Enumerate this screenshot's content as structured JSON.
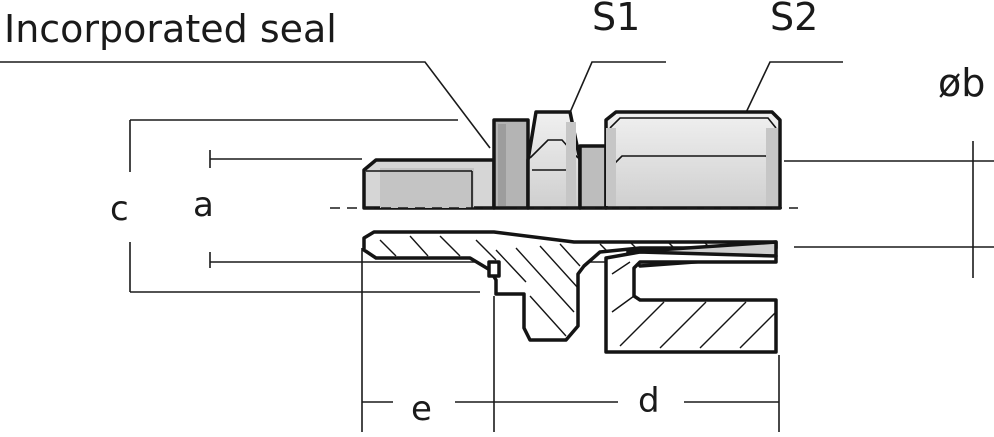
{
  "labels": {
    "incorporated_seal": "Incorporated seal",
    "s1": "S1",
    "s2": "S2",
    "ob": "øb",
    "c": "c",
    "a": "a",
    "e": "e",
    "d": "d"
  },
  "colors": {
    "outline": "#141414",
    "body_fill": "#dcdcdc",
    "hex_fill": "#e6e6e6",
    "shade": "#bdbdbd",
    "section_fill": "#ffffff"
  }
}
